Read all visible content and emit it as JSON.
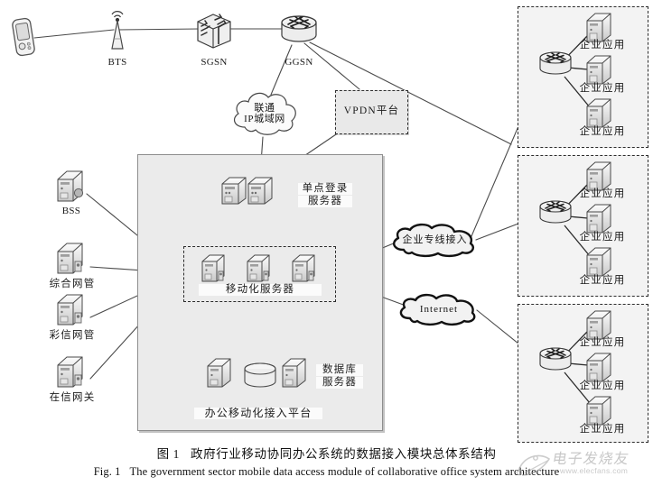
{
  "figure": {
    "caption_cn_number": "图 1",
    "caption_cn_text": "政府行业移动协同办公系统的数据接入模块总体系结构",
    "caption_en_number": "Fig. 1",
    "caption_en_text": "The government sector mobile data access module of collaborative office system architecture"
  },
  "watermark": {
    "brand_cn": "电子发烧友",
    "url": "www.elecfans.com"
  },
  "colors": {
    "platform_fill": "#ebebeb",
    "platform_border": "#8d8d8d",
    "dashed_border": "#2b2b2b",
    "line": "#4a4a4a",
    "enterprise_fill": "#f3f3f3",
    "text": "#1c1c1c"
  },
  "access_network": {
    "mobile_device_label": "",
    "nodes": [
      {
        "id": "bts",
        "label": "BTS",
        "icon": "antenna-tower-icon"
      },
      {
        "id": "sgsn",
        "label": "SGSN",
        "icon": "switch-cube-icon"
      },
      {
        "id": "ggsn",
        "label": "GGSN",
        "icon": "router-icon"
      }
    ]
  },
  "clouds": [
    {
      "id": "unicom-ip-man",
      "line1": "联通",
      "line2": "IP城域网",
      "style": "thin"
    },
    {
      "id": "enterprise-leased-line",
      "line1": "企业专线接入",
      "line2": "",
      "style": "bold"
    },
    {
      "id": "internet",
      "line1": "Internet",
      "line2": "",
      "style": "bold"
    }
  ],
  "vpdn": {
    "label": "VPDN平台"
  },
  "platform": {
    "title": "办公移动化接入平台",
    "sso": {
      "label_line1": "单点登录",
      "label_line2": "服务器",
      "server_count": 2
    },
    "mobility": {
      "label": "移动化服务器",
      "server_count": 3
    },
    "database": {
      "label_line1": "数据库",
      "label_line2": "服务器",
      "server_count": 2,
      "has_disk": true
    }
  },
  "management_systems": [
    {
      "id": "bss",
      "label": "BSS"
    },
    {
      "id": "integrated-nms",
      "label": "综合网管"
    },
    {
      "id": "mms-nms",
      "label": "彩信网管"
    },
    {
      "id": "messaging-gw",
      "label": "在信网关"
    }
  ],
  "enterprises": [
    {
      "id": "enterprise-1",
      "router_icon": "router-icon",
      "apps": [
        {
          "label": "企业应用"
        },
        {
          "label": "企业应用"
        },
        {
          "label": "企业应用"
        }
      ]
    },
    {
      "id": "enterprise-2",
      "router_icon": "router-icon",
      "apps": [
        {
          "label": "企业应用"
        },
        {
          "label": "企业应用"
        },
        {
          "label": "企业应用"
        }
      ]
    },
    {
      "id": "enterprise-3",
      "router_icon": "router-icon",
      "apps": [
        {
          "label": "企业应用"
        },
        {
          "label": "企业应用"
        },
        {
          "label": "企业应用"
        }
      ]
    }
  ]
}
